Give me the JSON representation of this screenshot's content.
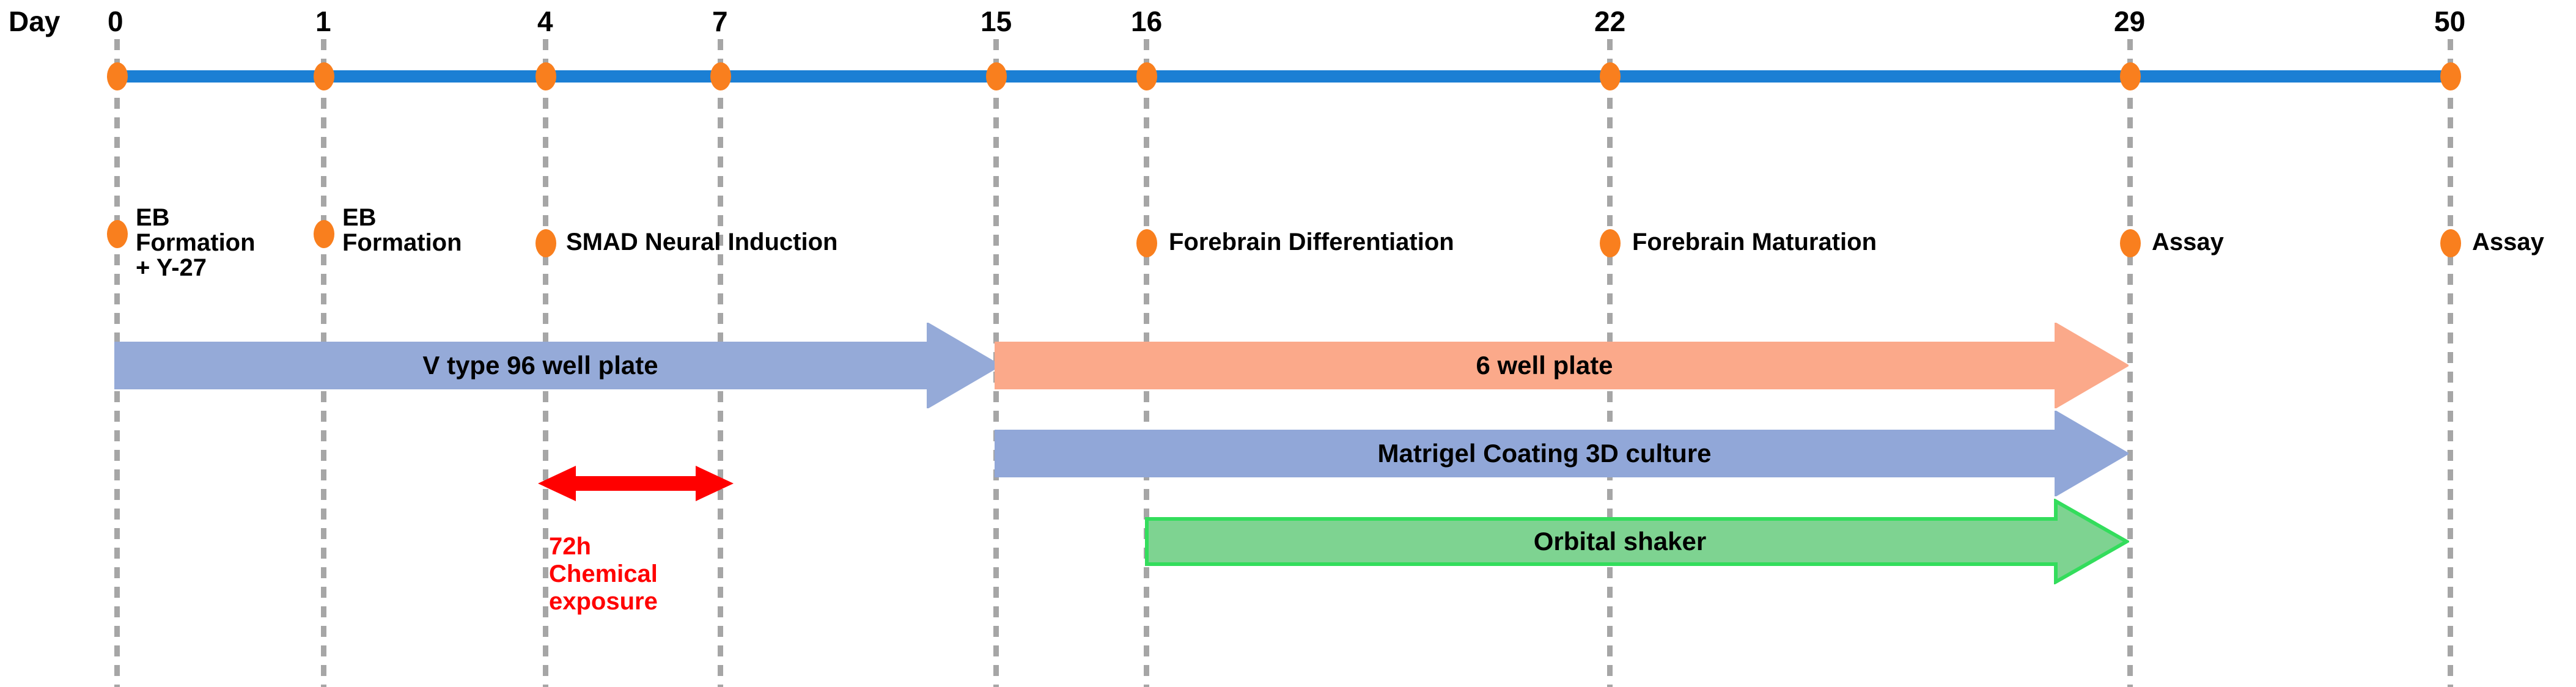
{
  "diagram": {
    "title_prefix": "Day",
    "axis": {
      "color": "#1b7fd4",
      "dot_color": "#f97f1e",
      "days": [
        "0",
        "1",
        "4",
        "7",
        "15",
        "16",
        "22",
        "29",
        "50"
      ]
    },
    "milestones": [
      {
        "day": "0",
        "label": "EB\nFormation\n+ Y-27"
      },
      {
        "day": "1",
        "label": "EB\nFormation"
      },
      {
        "day": "4",
        "label": "SMAD Neural Induction"
      },
      {
        "day": "16",
        "label": "Forebrain Differentiation"
      },
      {
        "day": "22",
        "label": "Forebrain Maturation"
      },
      {
        "day": "29",
        "label": "Assay"
      },
      {
        "day": "50",
        "label": "Assay"
      }
    ],
    "phases": [
      {
        "label": "V type 96 well plate",
        "start_day": "0",
        "end_day": "15",
        "color": "#95aad8",
        "border": "#95aad8"
      },
      {
        "label": "6 well plate",
        "start_day": "15",
        "end_day": "29",
        "color": "#fba98a",
        "border": "#fba98a"
      },
      {
        "label": "Matrigel Coating 3D culture",
        "start_day": "15",
        "end_day": "29",
        "color": "#91a7d8",
        "border": "#91a7d8"
      },
      {
        "label": "Orbital shaker",
        "start_day": "16",
        "end_day": "29",
        "color": "#7ed391",
        "border": "#33dd5c"
      }
    ],
    "annotation": {
      "label": "72h\nChemical\nexposure",
      "color": "#ff0000",
      "start_day": "4",
      "end_day": "7"
    }
  }
}
